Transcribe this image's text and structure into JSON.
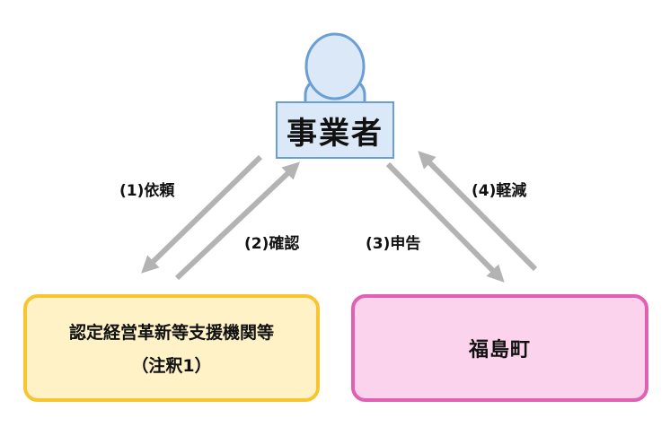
{
  "diagram": {
    "business_operator": "事業者",
    "support_agency": {
      "name": "認定経営革新等支援機関等",
      "note": "（注釈1）"
    },
    "town": "福島町",
    "steps": {
      "request": "(1)依頼",
      "confirm": "(2)確認",
      "declare": "(3)申告",
      "reduce": "(4)軽減"
    },
    "colors": {
      "arrow": "#b3b3b3",
      "business_fill": "#dbe8f7",
      "business_border": "#6a9fd6",
      "support_fill": "#fff2c7",
      "support_border": "#f8c530",
      "town_fill": "#fbd3ec",
      "town_border": "#e060b4"
    }
  }
}
